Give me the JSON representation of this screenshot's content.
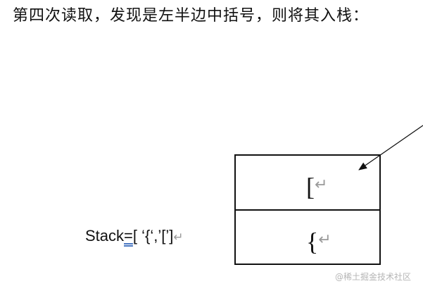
{
  "heading": "第四次读取，发现是左半边中括号，则将其入栈：",
  "stack_line": {
    "prefix": "Stack",
    "equals": "=",
    "contents": "[ ‘{‘,’[’]",
    "return_mark": "↵"
  },
  "stack_box": {
    "top_item": "[",
    "bottom_item": "{",
    "return_mark": "↵"
  },
  "watermark": "@稀土掘金技术社区",
  "colors": {
    "text": "#111111",
    "paragraph_mark": "#9a9a9a",
    "underline": "#4a78c2",
    "watermark": "#b5b5b5"
  }
}
